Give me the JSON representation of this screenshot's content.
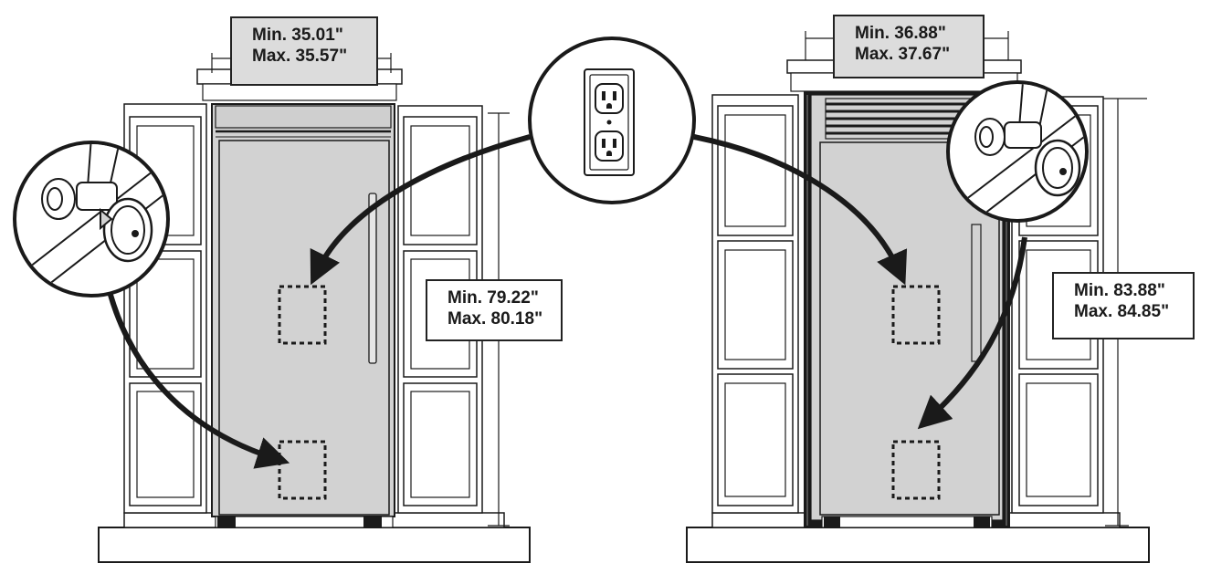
{
  "left_unit": {
    "width_label": {
      "min": "Min. 35.01\"",
      "max": "Max. 35.57\""
    },
    "height_label": {
      "min": "Min. 79.22\"",
      "max": "Max. 80.18\""
    }
  },
  "right_unit": {
    "width_label": {
      "min": "Min. 36.88\"",
      "max": "Max. 37.67\""
    },
    "height_label": {
      "min": "Min. 83.88\"",
      "max": "Max. 84.85\""
    }
  },
  "callouts": {
    "outlet_icon": "electrical-outlet-icon",
    "water_valve_icon": "water-shutoff-valve-icon"
  },
  "colors": {
    "appliance_fill": "#d2d2d2",
    "line": "#1a1a1a",
    "label_fill": "#dcdcdc"
  }
}
